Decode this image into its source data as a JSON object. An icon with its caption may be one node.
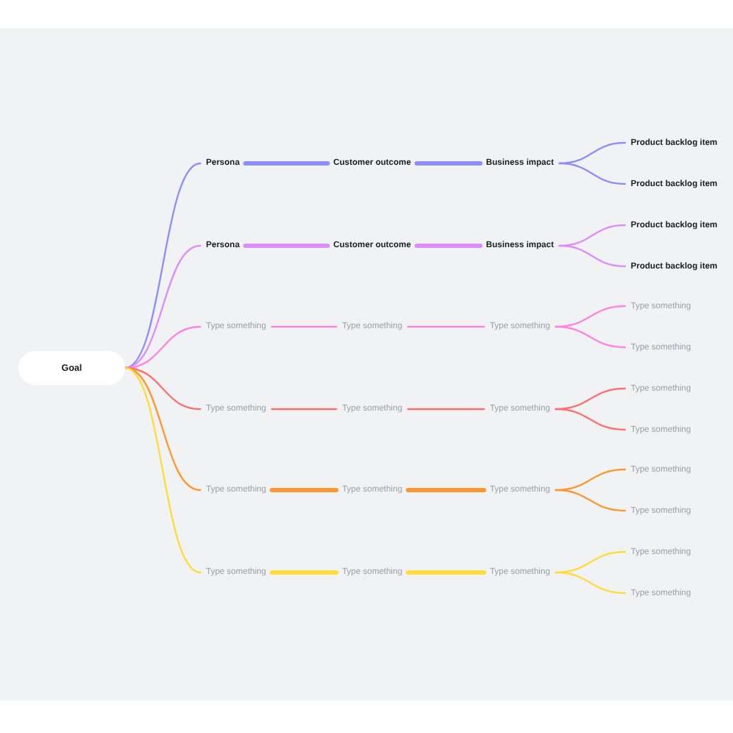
{
  "diagram": {
    "nodes": [
      {
        "text": [
          "Goal"
        ]
      },
      {
        "text": [
          "Persona"
        ]
      },
      {
        "text": [
          "Customer outcome"
        ]
      },
      {
        "text": [
          "Business impact"
        ]
      },
      {
        "text": [
          "Product backlog item"
        ]
      },
      {
        "text": [
          "Product backlog item"
        ]
      },
      {
        "text": [
          "Persona"
        ]
      },
      {
        "text": [
          "Customer outcome"
        ]
      },
      {
        "text": [
          "Business impact"
        ]
      },
      {
        "text": [
          "Product backlog item"
        ]
      },
      {
        "text": [
          "Product backlog item"
        ]
      },
      {
        "text": [
          "Type something"
        ]
      },
      {
        "text": [
          "Type something"
        ]
      },
      {
        "text": [
          "Type something"
        ]
      },
      {
        "text": [
          "Type something"
        ]
      },
      {
        "text": [
          "Type something"
        ]
      },
      {
        "text": [
          "Type something"
        ]
      },
      {
        "text": [
          "Type something"
        ]
      },
      {
        "text": [
          "Type something"
        ]
      },
      {
        "text": [
          "Type something"
        ]
      },
      {
        "text": [
          "Type something"
        ]
      },
      {
        "text": [
          "Type something"
        ]
      },
      {
        "text": [
          "Type something"
        ]
      },
      {
        "text": [
          "Type something"
        ]
      },
      {
        "text": [
          "Type something"
        ]
      },
      {
        "text": [
          "Type something"
        ]
      },
      {
        "text": [
          "Type something"
        ]
      },
      {
        "text": [
          "Type something"
        ]
      },
      {
        "text": [
          "Type something"
        ]
      },
      {
        "text": [
          "Type something"
        ]
      },
      {
        "text": [
          "Type something"
        ]
      }
    ],
    "edges": [
      {
        "from": 0,
        "to": 1,
        "arrow": "none",
        "color": "#8c8cff"
      },
      {
        "from": 1,
        "to": 2,
        "arrow": "none",
        "color": "#8c8cff",
        "style": "thick"
      },
      {
        "from": 2,
        "to": 3,
        "arrow": "none",
        "color": "#8c8cff",
        "style": "thick"
      },
      {
        "from": 3,
        "to": 4,
        "arrow": "none",
        "color": "#8c8cff"
      },
      {
        "from": 3,
        "to": 5,
        "arrow": "none",
        "color": "#8c8cff"
      },
      {
        "from": 0,
        "to": 6,
        "arrow": "none",
        "color": "#dc8cff"
      },
      {
        "from": 6,
        "to": 7,
        "arrow": "none",
        "color": "#dc8cff",
        "style": "thick"
      },
      {
        "from": 7,
        "to": 8,
        "arrow": "none",
        "color": "#dc8cff",
        "style": "thick"
      },
      {
        "from": 8,
        "to": 9,
        "arrow": "none",
        "color": "#dc8cff"
      },
      {
        "from": 8,
        "to": 10,
        "arrow": "none",
        "color": "#dc8cff"
      },
      {
        "from": 0,
        "to": 11,
        "arrow": "none",
        "color": "#ff82e0"
      },
      {
        "from": 11,
        "to": 12,
        "arrow": "none",
        "color": "#ff82e0"
      },
      {
        "from": 12,
        "to": 13,
        "arrow": "none",
        "color": "#ff82e0"
      },
      {
        "from": 13,
        "to": 14,
        "arrow": "none",
        "color": "#ff82e0"
      },
      {
        "from": 13,
        "to": 15,
        "arrow": "none",
        "color": "#ff82e0"
      },
      {
        "from": 0,
        "to": 16,
        "arrow": "none",
        "color": "#ff6e6e"
      },
      {
        "from": 16,
        "to": 17,
        "arrow": "none",
        "color": "#ff6e6e"
      },
      {
        "from": 17,
        "to": 18,
        "arrow": "none",
        "color": "#ff6e6e"
      },
      {
        "from": 18,
        "to": 19,
        "arrow": "none",
        "color": "#ff6e6e"
      },
      {
        "from": 18,
        "to": 20,
        "arrow": "none",
        "color": "#ff6e6e"
      },
      {
        "from": 0,
        "to": 21,
        "arrow": "none",
        "color": "#ff962d"
      },
      {
        "from": 21,
        "to": 22,
        "arrow": "none",
        "color": "#ff962d",
        "style": "thick"
      },
      {
        "from": 22,
        "to": 23,
        "arrow": "none",
        "color": "#ff962d",
        "style": "thick"
      },
      {
        "from": 23,
        "to": 24,
        "arrow": "none",
        "color": "#ff962d"
      },
      {
        "from": 23,
        "to": 25,
        "arrow": "none",
        "color": "#ff962d"
      },
      {
        "from": 0,
        "to": 26,
        "arrow": "none",
        "color": "#ffdc37"
      },
      {
        "from": 26,
        "to": 27,
        "arrow": "none",
        "color": "#ffdc37",
        "style": "thick"
      },
      {
        "from": 27,
        "to": 28,
        "arrow": "none",
        "color": "#ffdc37",
        "style": "thick"
      },
      {
        "from": 28,
        "to": 29,
        "arrow": "none",
        "color": "#ffdc37"
      },
      {
        "from": 28,
        "to": 30,
        "arrow": "none",
        "color": "#ffdc37"
      }
    ]
  }
}
